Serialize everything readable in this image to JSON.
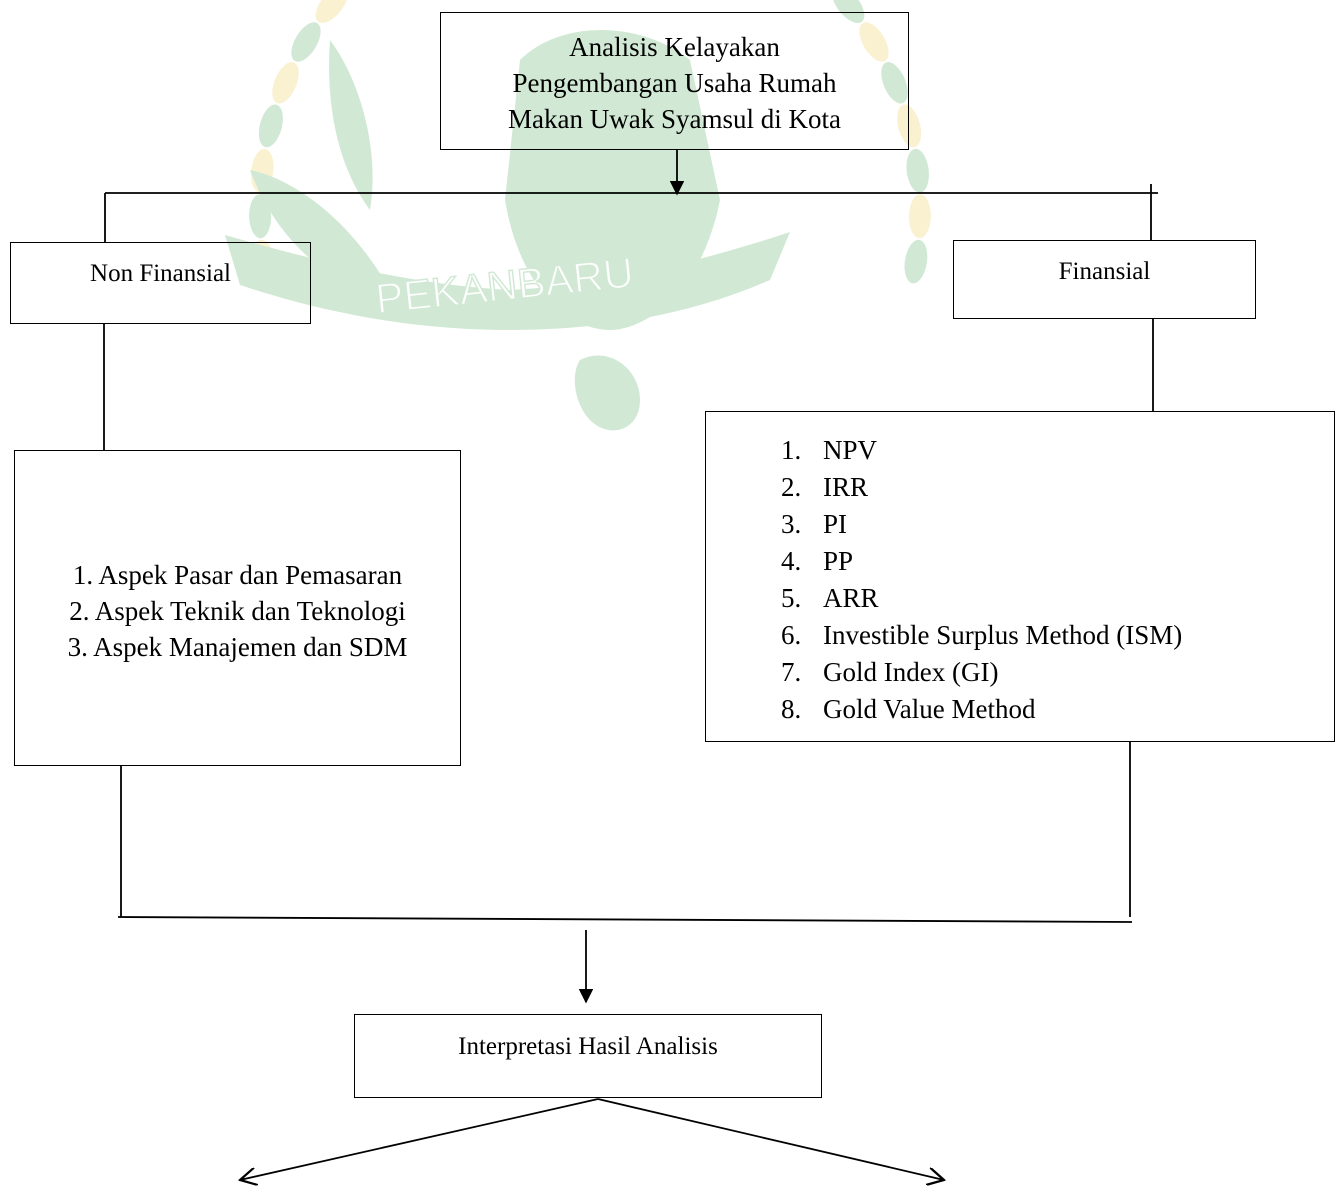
{
  "title": {
    "lines": [
      "Analisis Kelayakan",
      "Pengembangan Usaha Rumah",
      "Makan Uwak Syamsul di Kota"
    ]
  },
  "watermark": {
    "text": "PEKANBARU",
    "colors": {
      "green": "#2e9a3e",
      "yellow": "#e8c030"
    }
  },
  "non_finansial": {
    "label": "Non Finansial",
    "items": [
      "1.  Aspek Pasar dan Pemasaran",
      "2.  Aspek Teknik dan Teknologi",
      "3.  Aspek Manajemen dan SDM"
    ]
  },
  "finansial": {
    "label": "Finansial",
    "items": [
      {
        "num": "1.",
        "label": "NPV"
      },
      {
        "num": "2.",
        "label": "IRR"
      },
      {
        "num": "3.",
        "label": "PI"
      },
      {
        "num": "4.",
        "label": "PP"
      },
      {
        "num": "5.",
        "label": "ARR"
      },
      {
        "num": "6.",
        "label": "Investible Surplus Method (ISM)"
      },
      {
        "num": "7.",
        "label": "Gold Index (GI)"
      },
      {
        "num": "8.",
        "label": "Gold Value Method"
      }
    ]
  },
  "result": {
    "label": "Interpretasi Hasil Analisis"
  }
}
